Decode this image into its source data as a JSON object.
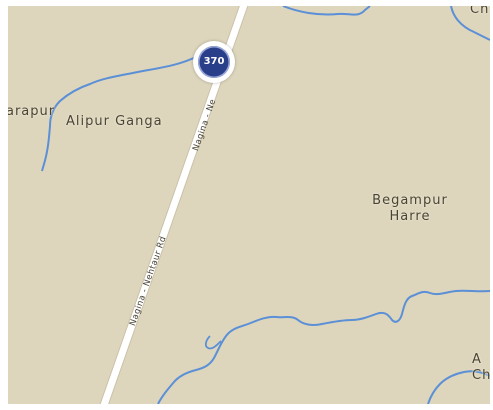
{
  "map": {
    "colors": {
      "land": "#ddd6bd",
      "water": "#5b8fd6",
      "road": "#ffffff",
      "road_edge": "#c9c2a8",
      "shield_fill": "#2a3f8a",
      "label_text": "#4a4437"
    },
    "places": {
      "arapur": "arapur",
      "alipur_ganga": "Alipur Ganga",
      "begampur_line1": "Begampur",
      "begampur_line2": "Harre",
      "top_right": "Ch",
      "bottom_right_line1": "A",
      "bottom_right_line2": "Ch"
    },
    "roads": {
      "upper_label": "Nagina - Ne",
      "lower_label": "Nagina - Nehtaur Rd"
    },
    "route_shield": {
      "number": "370"
    }
  }
}
